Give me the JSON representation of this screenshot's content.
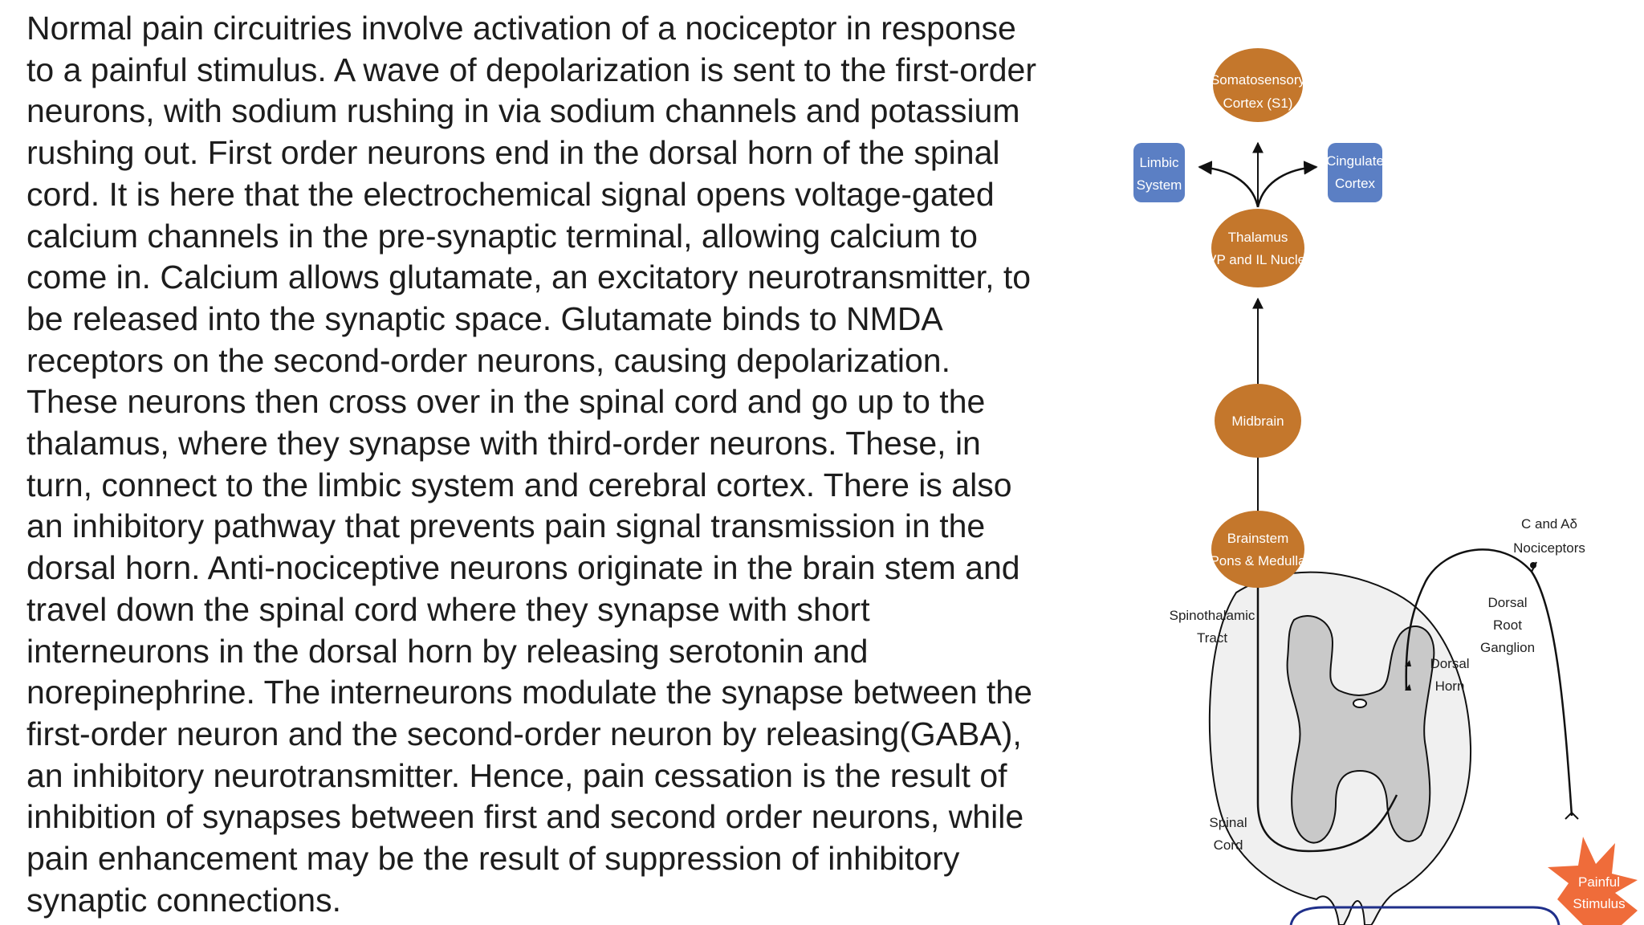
{
  "body_text": "Normal pain circuitries involve activation of a nociceptor in response\nto a painful stimulus. A wave of depolarization is sent to the first-order\nneurons, with sodium rushing in via sodium channels and potassium\nrushing out. First order neurons end in the dorsal horn of the spinal\ncord. It is here that the electrochemical signal opens voltage-gated\ncalcium channels in the pre-synaptic terminal, allowing calcium to\ncome in. Calcium allows glutamate, an excitatory neurotransmitter, to\nbe released into the synaptic space. Glutamate binds to NMDA\nreceptors on the second-order neurons, causing depolarization.\nThese neurons then cross over in the spinal cord and go up to the\nthalamus, where they synapse with third-order neurons. These, in\nturn, connect to the limbic system and cerebral cortex. There is also\nan inhibitory pathway that prevents pain signal transmission in the\ndorsal horn. Anti-nociceptive neurons originate in the brain stem and\ntravel down the spinal cord where they synapse with short\ninterneurons in the dorsal horn by releasing serotonin and\nnorepinephrine. The interneurons modulate the synapse between the\nfirst-order neuron and the second-order neuron by releasing(GABA),\nan inhibitory neurotransmitter. Hence, pain cessation is the result of\ninhibition of synapses between first and second order neurons, while\npain enhancement may be the result of suppression of inhibitory\nsynaptic connections.",
  "diagram": {
    "colors": {
      "orange_node": "#c4772c",
      "blue_node": "#5b7fc4",
      "stimulus": "#ef6c3a",
      "cord_fill": "#f0f0f0",
      "gray_matter": "#c9c9c9",
      "line": "#111111"
    },
    "nodes": {
      "somatosensory": [
        "Somatosensory",
        "Cortex (S1)"
      ],
      "thalamus": [
        "Thalamus",
        "(VP and IL Nuclei)"
      ],
      "midbrain": [
        "Midbrain"
      ],
      "brainstem": [
        "Brainstem",
        "(Pons & Medulla)"
      ],
      "limbic": [
        "Limbic",
        "System"
      ],
      "cingulate": [
        "Cingulate",
        "Cortex"
      ]
    },
    "labels": {
      "spinothalamic": [
        "Spinothalamic",
        "Tract"
      ],
      "dorsal_horn": [
        "Dorsal",
        "Horn"
      ],
      "drg": [
        "Dorsal",
        "Root",
        "Ganglion"
      ],
      "nociceptors": [
        "C and Aδ",
        "Nociceptors"
      ],
      "spinal_cord": [
        "Spinal",
        "Cord"
      ],
      "painful_stimulus": [
        "Painful",
        "Stimulus"
      ]
    }
  }
}
